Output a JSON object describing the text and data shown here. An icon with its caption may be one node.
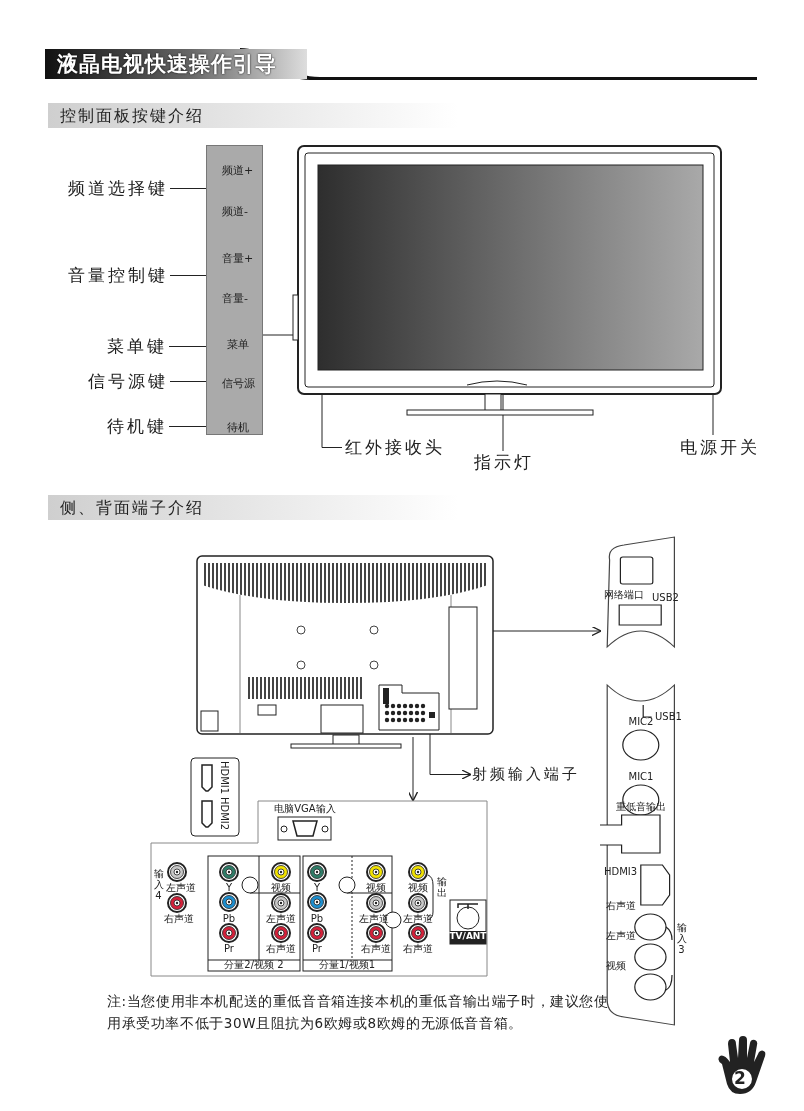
{
  "diagram": {
    "title": "液晶电视快速操作引导",
    "nodes": [
      {
        "text": [],
        "shape": "box"
      },
      {
        "text": [
          "频道+"
        ],
        "in": 0
      },
      {
        "text": [
          "频道-"
        ],
        "in": 0
      },
      {
        "text": [
          "音量+"
        ],
        "in": 0
      },
      {
        "text": [
          "音量-"
        ],
        "in": 0
      },
      {
        "text": [
          "菜单"
        ],
        "in": 0
      },
      {
        "text": [
          "信号源"
        ],
        "in": 0
      },
      {
        "text": [
          "待机"
        ],
        "in": 0
      },
      {
        "text": [
          "频道选择键"
        ]
      },
      {
        "text": [
          "音量控制键"
        ]
      },
      {
        "text": [
          "菜单键"
        ]
      },
      {
        "text": [
          "信号源键"
        ]
      },
      {
        "text": [
          "待机键"
        ]
      },
      {
        "text": [],
        "shape": "picture"
      },
      {
        "text": [
          "红外接收头"
        ]
      },
      {
        "text": [
          "指示灯"
        ]
      },
      {
        "text": [
          "电源开关"
        ]
      },
      {
        "text": [],
        "shape": "picture"
      },
      {
        "text": [
          "射频输入端子"
        ]
      },
      {
        "text": [],
        "shape": "picture"
      },
      {
        "text": [],
        "shape": "picture"
      },
      {
        "text": [],
        "shape": "picture"
      }
    ],
    "edges": [
      {
        "from": 8,
        "to": 1,
        "arrow": "none"
      },
      {
        "from": 8,
        "to": 2,
        "arrow": "none"
      },
      {
        "from": 9,
        "to": 3,
        "arrow": "none"
      },
      {
        "from": 9,
        "to": 4,
        "arrow": "none"
      },
      {
        "from": 10,
        "to": 5,
        "arrow": "none"
      },
      {
        "from": 11,
        "to": 6,
        "arrow": "none"
      },
      {
        "from": 12,
        "to": 7,
        "arrow": "none"
      },
      {
        "from": 0,
        "to": 13,
        "arrow": "none"
      },
      {
        "from": 14,
        "to": 13,
        "arrow": "none"
      },
      {
        "from": 15,
        "to": 13,
        "arrow": "none"
      },
      {
        "from": 16,
        "to": 13,
        "arrow": "none"
      },
      {
        "from": 17,
        "to": 19,
        "arrow": "to"
      },
      {
        "from": 17,
        "to": 20,
        "arrow": "to"
      },
      {
        "from": 17,
        "to": 18,
        "arrow": "to"
      }
    ],
    "labels": [
      "控制面板按键介绍",
      "侧、背面端子介绍",
      "HDMI1",
      "HDMI2",
      "电脑VGA输入",
      "输入4",
      "左声道",
      "右声道",
      "Y",
      "视频",
      "Pb",
      "左声道",
      "Pr",
      "右声道",
      "分量2/视频 2",
      "Y",
      "视频",
      "Pb",
      "左声道",
      "Pr",
      "右声道",
      "分量1/视频1",
      "视频",
      "输出",
      "左声道",
      "右声道",
      "TV/ANT",
      "网络端口",
      "USB2",
      "USB1",
      "MIC2",
      "MIC1",
      "重低音输出",
      "HDMI3",
      "右声道",
      "左声道",
      "视频",
      "输入3",
      "注:当您使用非本机配送的重低音音箱连接本机的重低音输出端子时，建议您使用承受功率不低于30W且阻抗为6欧姆或8欧姆的无源低音音箱。",
      "2"
    ]
  }
}
